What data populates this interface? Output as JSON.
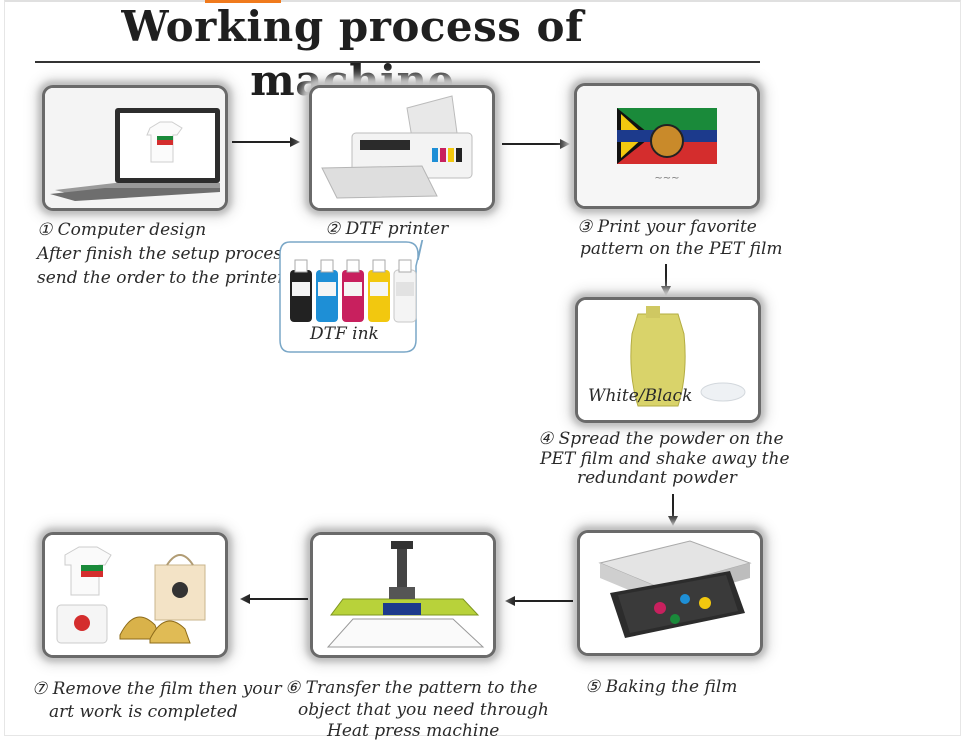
{
  "title": "Working process of machine",
  "steps": [
    {
      "id": 1,
      "lines": [
        "① Computer design",
        " After finish the setup process,",
        "send the order to the printer"
      ],
      "icon": "laptop-tshirt-icon"
    },
    {
      "id": 2,
      "lines": [
        "②  DTF printer"
      ],
      "icon": "dtf-printer-icon"
    },
    {
      "id": 3,
      "lines": [
        "③ Print your favorite",
        "pattern on the PET film"
      ],
      "icon": "pet-film-pattern-icon"
    },
    {
      "id": 4,
      "lines": [
        "④ Spread the powder on the",
        "PET film and shake away the",
        "redundant powder"
      ],
      "icon": "powder-bag-icon"
    },
    {
      "id": 5,
      "lines": [
        "⑤ Baking the film"
      ],
      "icon": "baking-oven-icon"
    },
    {
      "id": 6,
      "lines": [
        "⑥ Transfer the pattern to the",
        "object that you need through",
        "Heat press machine"
      ],
      "icon": "heat-press-icon"
    },
    {
      "id": 7,
      "lines": [
        "⑦ Remove the film then your",
        "art work is completed"
      ],
      "icon": "finished-products-icon"
    }
  ],
  "ink_bubble_label": "DTF ink",
  "powder_label": "White/Black",
  "colors": {
    "accent": "#f07a1c",
    "frame_border": "#6a6a6a",
    "ink_cyan": "#1e8fd6",
    "ink_magenta": "#c8205e",
    "ink_yellow": "#f2c80f",
    "ink_black": "#222222",
    "press_green": "#b8d23a",
    "film_gold": "#d9d36a"
  }
}
